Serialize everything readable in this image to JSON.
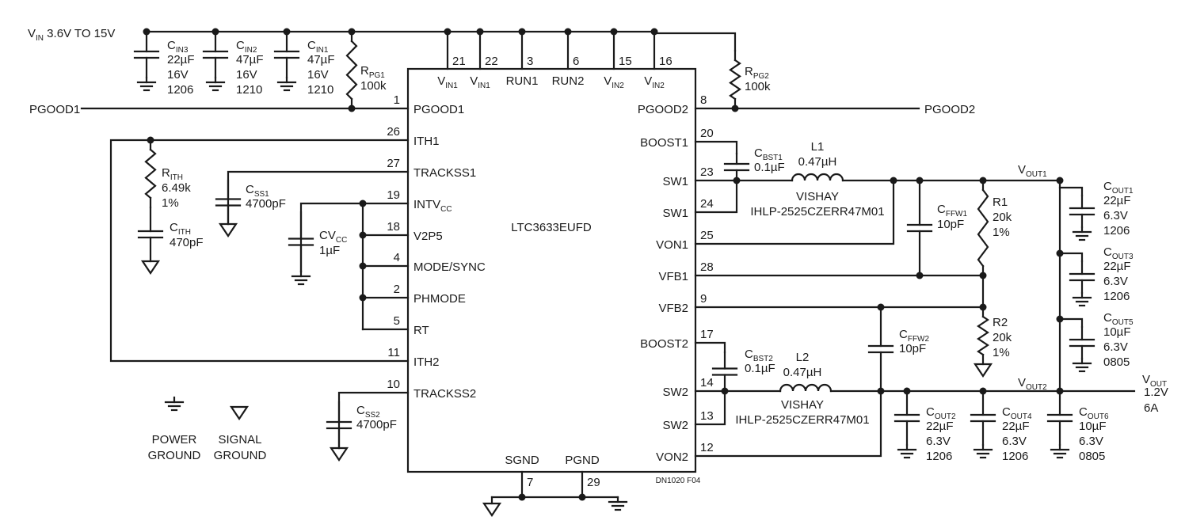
{
  "ic": {
    "part": "LTC3633EUFD",
    "pins_left": [
      {
        "num": "1",
        "name": "PGOOD1"
      },
      {
        "num": "26",
        "name": "ITH1"
      },
      {
        "num": "27",
        "name": "TRACKSS1"
      },
      {
        "num": "19",
        "name": "INTV",
        "sub": "CC"
      },
      {
        "num": "18",
        "name": "V2P5"
      },
      {
        "num": "4",
        "name": "MODE/SYNC"
      },
      {
        "num": "2",
        "name": "PHMODE"
      },
      {
        "num": "5",
        "name": "RT"
      },
      {
        "num": "11",
        "name": "ITH2"
      },
      {
        "num": "10",
        "name": "TRACKSS2"
      }
    ],
    "pins_right": [
      {
        "num": "8",
        "name": "PGOOD2"
      },
      {
        "num": "20",
        "name": "BOOST1"
      },
      {
        "num": "23",
        "name": "SW1"
      },
      {
        "num": "24",
        "name": "SW1"
      },
      {
        "num": "25",
        "name": "VON1"
      },
      {
        "num": "28",
        "name": "VFB1"
      },
      {
        "num": "9",
        "name": "VFB2"
      },
      {
        "num": "17",
        "name": "BOOST2"
      },
      {
        "num": "14",
        "name": "SW2"
      },
      {
        "num": "13",
        "name": "SW2"
      },
      {
        "num": "12",
        "name": "VON2"
      }
    ],
    "pins_top": [
      {
        "num": "21",
        "name": "V",
        "sub": "IN1"
      },
      {
        "num": "22",
        "name": "V",
        "sub": "IN1"
      },
      {
        "num": "3",
        "name": "RUN1"
      },
      {
        "num": "6",
        "name": "RUN2"
      },
      {
        "num": "15",
        "name": "V",
        "sub": "IN2"
      },
      {
        "num": "16",
        "name": "V",
        "sub": "IN2"
      }
    ],
    "pins_bottom": [
      {
        "num": "7",
        "name": "SGND"
      },
      {
        "num": "29",
        "name": "PGND"
      }
    ]
  },
  "nets": {
    "vin": {
      "name": "V",
      "sub": "IN",
      "rest": " 3.6V TO 15V"
    },
    "pgood1": "PGOOD1",
    "pgood2": "PGOOD2",
    "vout1": {
      "name": "V",
      "sub": "OUT1"
    },
    "vout2": {
      "name": "V",
      "sub": "OUT2"
    },
    "vout": {
      "name": "V",
      "sub": "OUT",
      "line2": "1.2V",
      "line3": "6A"
    }
  },
  "components": {
    "cin3": {
      "name": "C",
      "sub": "IN3",
      "values": [
        "22µF",
        "16V",
        "1206"
      ]
    },
    "cin2": {
      "name": "C",
      "sub": "IN2",
      "values": [
        "47µF",
        "16V",
        "1210"
      ]
    },
    "cin1": {
      "name": "C",
      "sub": "IN1",
      "values": [
        "47µF",
        "16V",
        "1210"
      ]
    },
    "rpg1": {
      "name": "R",
      "sub": "PG1",
      "values": [
        "100k"
      ]
    },
    "rpg2": {
      "name": "R",
      "sub": "PG2",
      "values": [
        "100k"
      ]
    },
    "rith": {
      "name": "R",
      "sub": "ITH",
      "values": [
        "6.49k",
        "1%"
      ]
    },
    "cith": {
      "name": "C",
      "sub": "ITH",
      "values": [
        "470pF"
      ]
    },
    "css1": {
      "name": "C",
      "sub": "SS1",
      "values": [
        "4700pF"
      ]
    },
    "cvcc": {
      "name": "CV",
      "sub": "CC",
      "values": [
        "1µF"
      ]
    },
    "css2": {
      "name": "C",
      "sub": "SS2",
      "values": [
        "4700pF"
      ]
    },
    "cbst1": {
      "name": "C",
      "sub": "BST1",
      "values": [
        "0.1µF"
      ]
    },
    "l1": {
      "name": "L1",
      "values": [
        "0.47µH"
      ],
      "mfr": [
        "VISHAY",
        "IHLP-2525CZERR47M01"
      ]
    },
    "cffw1": {
      "name": "C",
      "sub": "FFW1",
      "values": [
        "10pF"
      ]
    },
    "r1": {
      "name": "R1",
      "values": [
        "20k",
        "1%"
      ]
    },
    "r2": {
      "name": "R2",
      "values": [
        "20k",
        "1%"
      ]
    },
    "cout1": {
      "name": "C",
      "sub": "OUT1",
      "values": [
        "22µF",
        "6.3V",
        "1206"
      ]
    },
    "cout3": {
      "name": "C",
      "sub": "OUT3",
      "values": [
        "22µF",
        "6.3V",
        "1206"
      ]
    },
    "cout5": {
      "name": "C",
      "sub": "OUT5",
      "values": [
        "10µF",
        "6.3V",
        "0805"
      ]
    },
    "cbst2": {
      "name": "C",
      "sub": "BST2",
      "values": [
        "0.1µF"
      ]
    },
    "l2": {
      "name": "L2",
      "values": [
        "0.47µH"
      ],
      "mfr": [
        "VISHAY",
        "IHLP-2525CZERR47M01"
      ]
    },
    "cffw2": {
      "name": "C",
      "sub": "FFW2",
      "values": [
        "10pF"
      ]
    },
    "cout2": {
      "name": "C",
      "sub": "OUT2",
      "values": [
        "22µF",
        "6.3V",
        "1206"
      ]
    },
    "cout4": {
      "name": "C",
      "sub": "OUT4",
      "values": [
        "22µF",
        "6.3V",
        "1206"
      ]
    },
    "cout6": {
      "name": "C",
      "sub": "OUT6",
      "values": [
        "10µF",
        "6.3V",
        "0805"
      ]
    }
  },
  "legend": {
    "power_ground": [
      "POWER",
      "GROUND"
    ],
    "signal_ground": [
      "SIGNAL",
      "GROUND"
    ]
  },
  "figure_id": "DN1020 F04"
}
